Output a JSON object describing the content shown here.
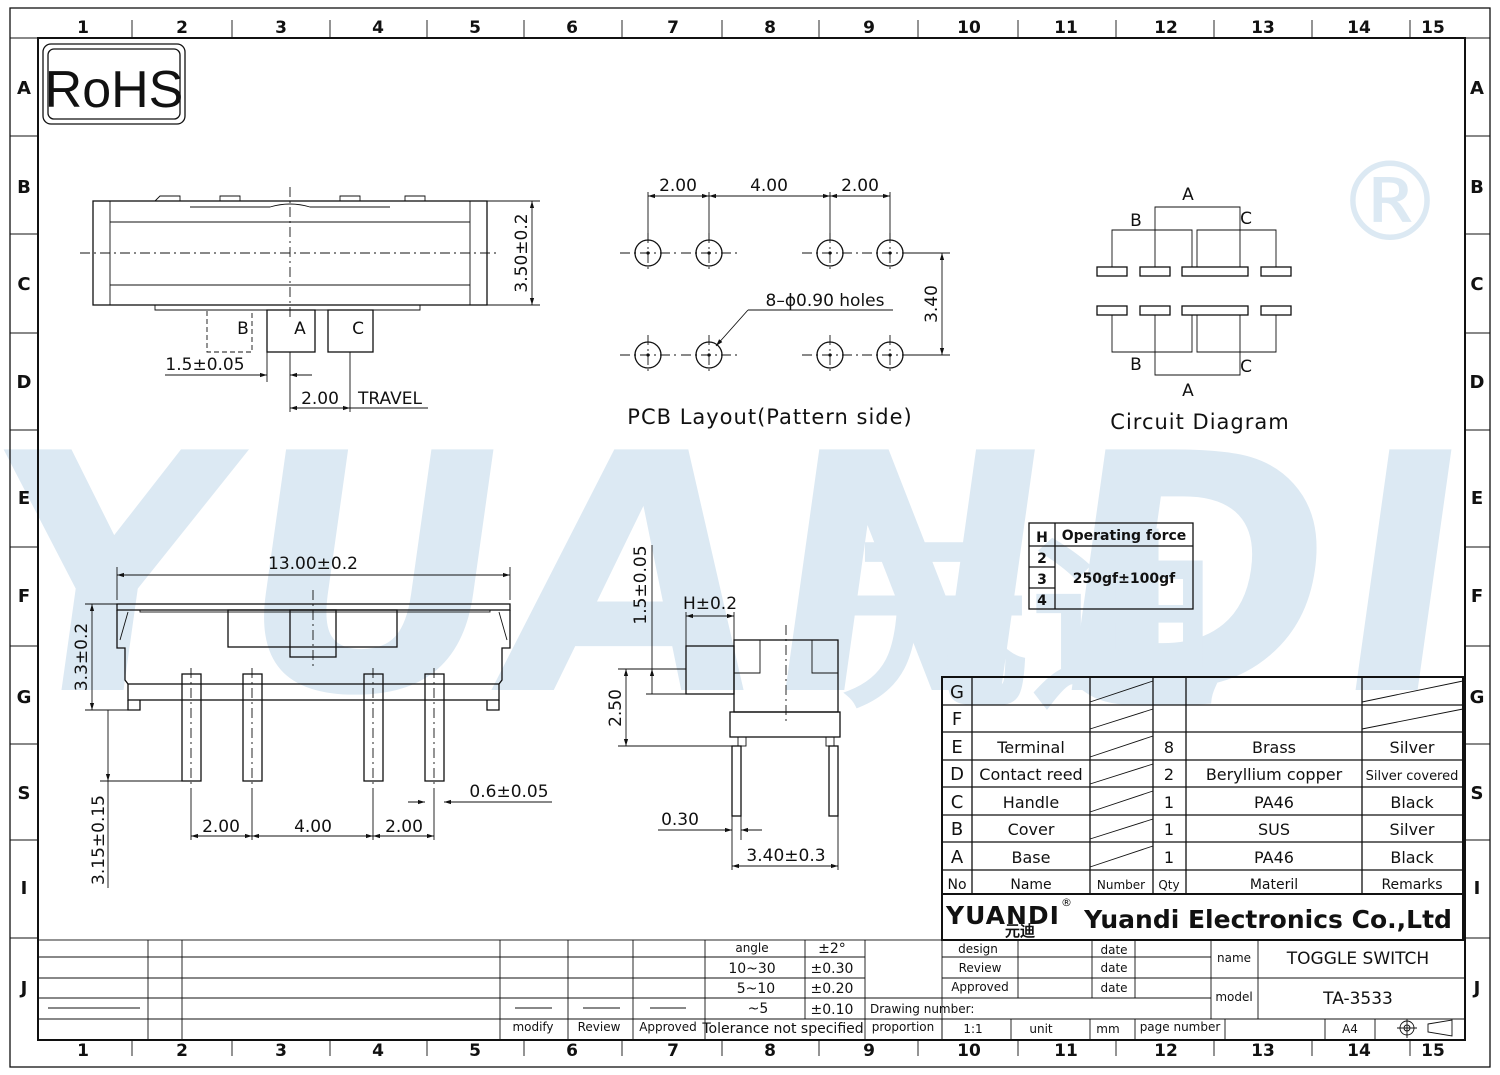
{
  "grid": {
    "cols": [
      "1",
      "2",
      "3",
      "4",
      "5",
      "6",
      "7",
      "8",
      "9",
      "10",
      "11",
      "12",
      "13",
      "14",
      "15"
    ],
    "rows": [
      "A",
      "B",
      "C",
      "D",
      "E",
      "F",
      "G",
      "S",
      "I",
      "J"
    ]
  },
  "rohs": "RoHS",
  "watermark": {
    "text": "YUANDI",
    "cn": "元迪",
    "reg": "®"
  },
  "top_view": {
    "height_dim": "3.50±0.2",
    "pin_b": "B",
    "pin_a": "A",
    "pin_c": "C",
    "pin_offset_dim": "1.5±0.05",
    "travel_dim": "2.00",
    "travel_label": "TRAVEL"
  },
  "pcb_layout": {
    "dim_1": "2.00",
    "dim_2": "4.00",
    "dim_3": "2.00",
    "row_dim": "3.40",
    "holes": "8–ϕ0.90  holes",
    "title": "PCB  Layout(Pattern  side)"
  },
  "circuit": {
    "top_a": "A",
    "top_b": "B",
    "top_c": "C",
    "bot_b": "B",
    "bot_a": "A",
    "bot_c": "C",
    "title": "Circuit  Diagram"
  },
  "front_view": {
    "length_dim": "13.00±0.2",
    "height_dim": "3.3±0.2",
    "pin_len_dim": "3.15±0.15",
    "pitch_1": "2.00",
    "pitch_2": "4.00",
    "pitch_3": "2.00",
    "pin_w_dim": "0.6±0.05"
  },
  "side_view": {
    "handle_dim": "1.5±0.05",
    "h_dim": "H±0.2",
    "height_dim": "2.50",
    "pin_w_dim": "0.30",
    "width_dim": "3.40±0.3"
  },
  "force_table": {
    "h_header": "H",
    "header": "Operating force",
    "rows": [
      "2",
      "3",
      "4"
    ],
    "value": "250gf±100gf"
  },
  "bom": {
    "rows": [
      {
        "no": "G",
        "name": "",
        "number": "",
        "qty": "",
        "material": "",
        "remarks": ""
      },
      {
        "no": "F",
        "name": "",
        "number": "",
        "qty": "",
        "material": "",
        "remarks": ""
      },
      {
        "no": "E",
        "name": "Terminal",
        "number": "",
        "qty": "8",
        "material": "Brass",
        "remarks": "Silver"
      },
      {
        "no": "D",
        "name": "Contact reed",
        "number": "",
        "qty": "2",
        "material": "Beryllium copper",
        "remarks": "Silver covered"
      },
      {
        "no": "C",
        "name": "Handle",
        "number": "",
        "qty": "1",
        "material": "PA46",
        "remarks": "Black"
      },
      {
        "no": "B",
        "name": "Cover",
        "number": "",
        "qty": "1",
        "material": "SUS",
        "remarks": "Silver"
      },
      {
        "no": "A",
        "name": "Base",
        "number": "",
        "qty": "1",
        "material": "PA46",
        "remarks": "Black"
      }
    ],
    "header": {
      "no": "No",
      "name": "Name",
      "number": "Number",
      "qty": "Qty",
      "material": "Materil",
      "remarks": "Remarks"
    }
  },
  "title_block": {
    "logo": "YUANDI",
    "logo_cn": "元迪",
    "logo_reg": "®",
    "company": "Yuandi Electronics Co.,Ltd",
    "design": "design",
    "review": "Review",
    "approved": "Approved",
    "date": "date",
    "name_label": "name",
    "name_value": "TOGGLE SWITCH",
    "model_label": "model",
    "model_value": "TA-3533",
    "drawing_number": "Drawing number:",
    "proportion": "proportion",
    "scale": "1:1",
    "unit": "unit",
    "mm": "mm",
    "page_number": "page number",
    "size": "A4"
  },
  "tolerance": {
    "rows": [
      {
        "range": "angle",
        "tol": "±2°"
      },
      {
        "range": "10~30",
        "tol": "±0.30"
      },
      {
        "range": "5~10",
        "tol": "±0.20"
      },
      {
        "range": "~5",
        "tol": "±0.10"
      }
    ],
    "footer": "Tolerance not specified"
  },
  "revision": {
    "modify": "modify",
    "review": "Review",
    "approved": "Approved"
  }
}
